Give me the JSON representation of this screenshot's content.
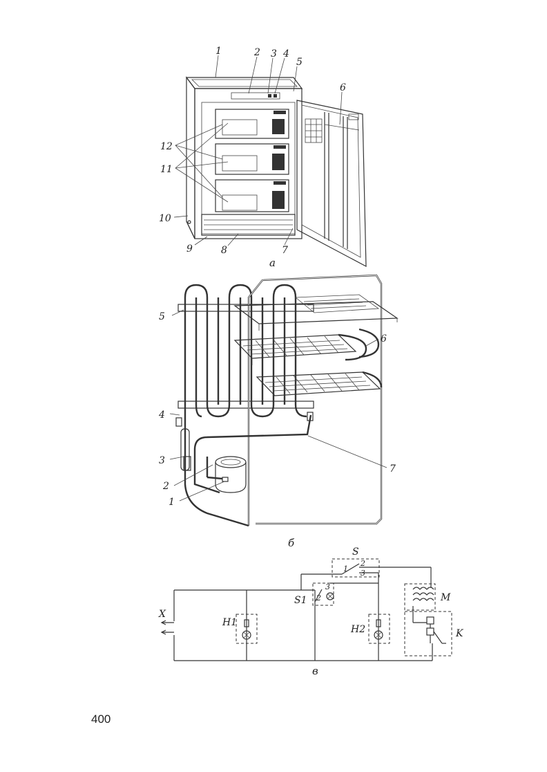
{
  "figure_a": {
    "caption": "а",
    "callouts": [
      "1",
      "2",
      "3",
      "4",
      "5",
      "6",
      "7",
      "8",
      "9",
      "10",
      "11",
      "12"
    ]
  },
  "figure_b": {
    "caption": "б",
    "callouts": [
      "1",
      "2",
      "3",
      "4",
      "5",
      "6",
      "7"
    ]
  },
  "figure_c": {
    "caption": "в",
    "labels": {
      "x": "X",
      "h1": "H1",
      "h2": "H2",
      "s": "S",
      "s1": "S1",
      "m": "M",
      "k": "K",
      "s_c1": "1",
      "s_c2": "2",
      "s_c3": "3",
      "s1_c2": "2",
      "s1_c3": "3"
    }
  },
  "page_number": "400"
}
